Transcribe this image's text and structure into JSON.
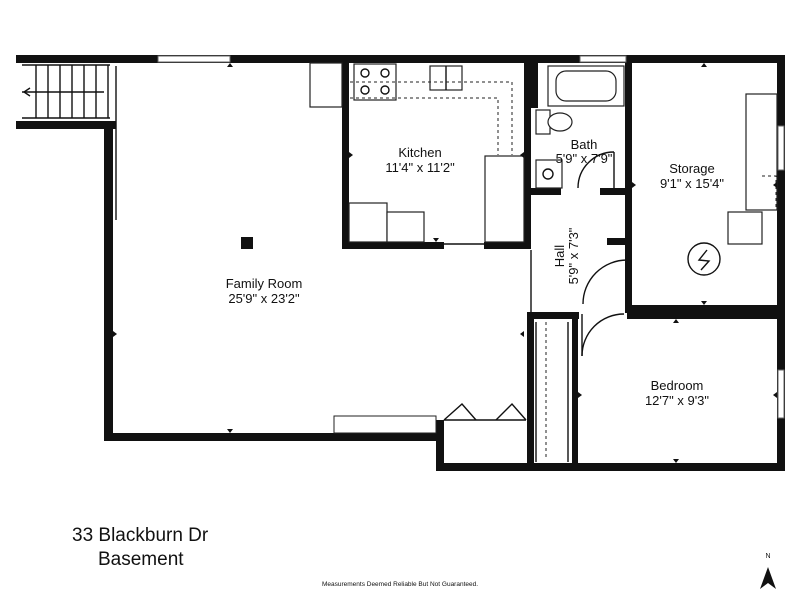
{
  "rooms": [
    {
      "id": "family",
      "name": "Family Room",
      "dims": "25'9\" x 23'2\""
    },
    {
      "id": "kitchen",
      "name": "Kitchen",
      "dims": "11'4\" x 11'2\""
    },
    {
      "id": "bath",
      "name": "Bath",
      "dims": "5'9\" x 7'9\""
    },
    {
      "id": "hall",
      "name": "Hall",
      "dims": "5'9\" x 7'3\""
    },
    {
      "id": "storage",
      "name": "Storage",
      "dims": "9'1\" x 15'4\""
    },
    {
      "id": "bedroom",
      "name": "Bedroom",
      "dims": "12'7\" x 9'3\""
    }
  ],
  "footer": {
    "address": "33 Blackburn Dr",
    "level": "Basement",
    "disclaimer": "Measurements Deemed Reliable But Not Guaranteed.",
    "north_label": "N"
  }
}
